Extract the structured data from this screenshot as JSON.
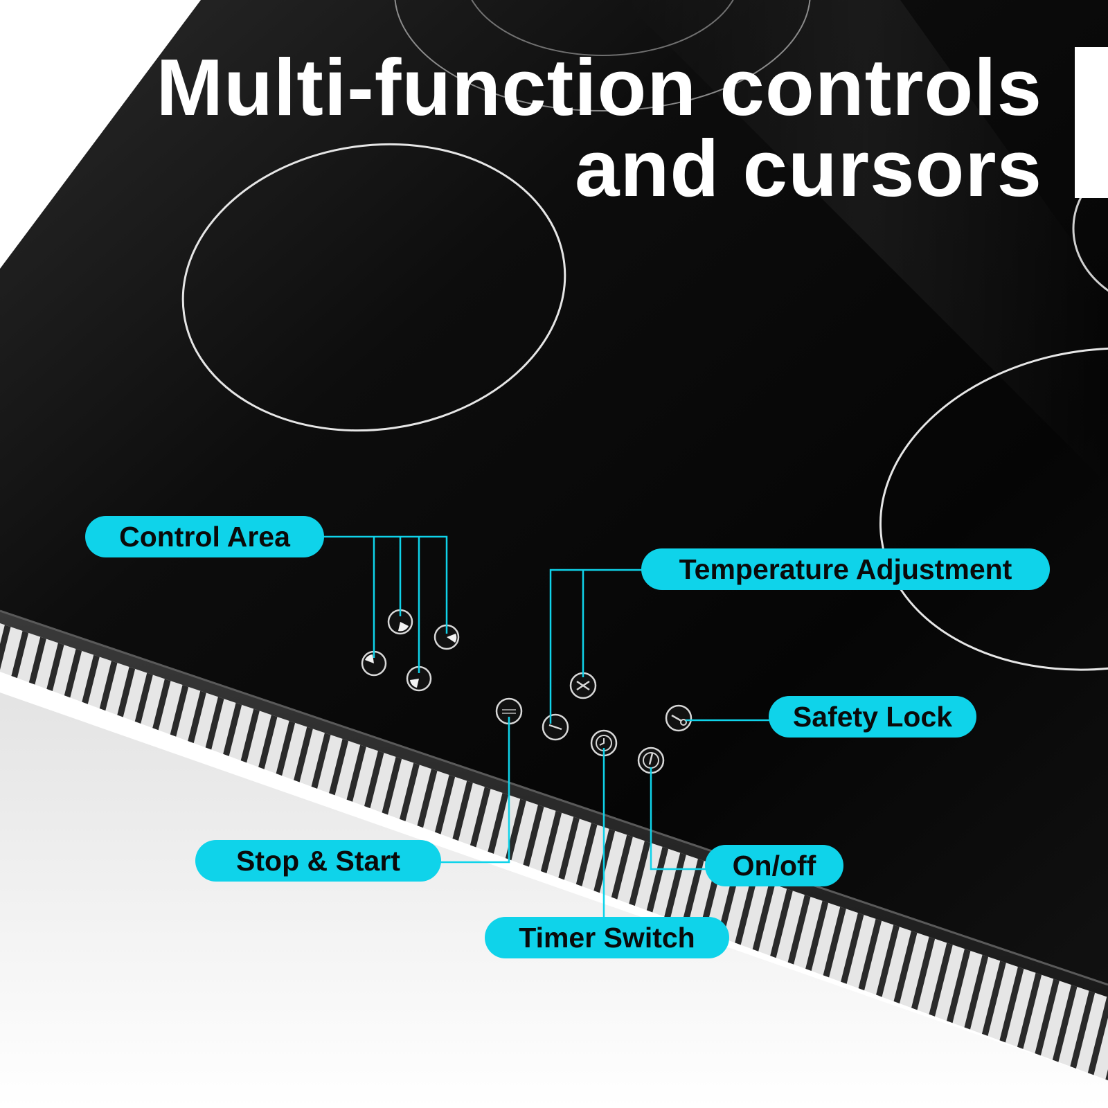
{
  "title": {
    "line1": "Multi-function controls",
    "line2": "and cursors"
  },
  "labels": {
    "control_area": "Control Area",
    "temperature_adjustment": "Temperature Adjustment",
    "safety_lock": "Safety Lock",
    "stop_start": "Stop & Start",
    "on_off": "On/off",
    "timer_switch": "Timer Switch"
  },
  "colors": {
    "accent": "#0fd3ea",
    "glass": "#050505",
    "title_text": "#ffffff"
  },
  "icons": {
    "control_area": "zone-selector-icon",
    "plus": "plus-icon",
    "minus": "minus-icon",
    "boost": "boost-icon",
    "timer": "clock-icon",
    "power": "power-icon",
    "lock": "key-lock-icon"
  }
}
